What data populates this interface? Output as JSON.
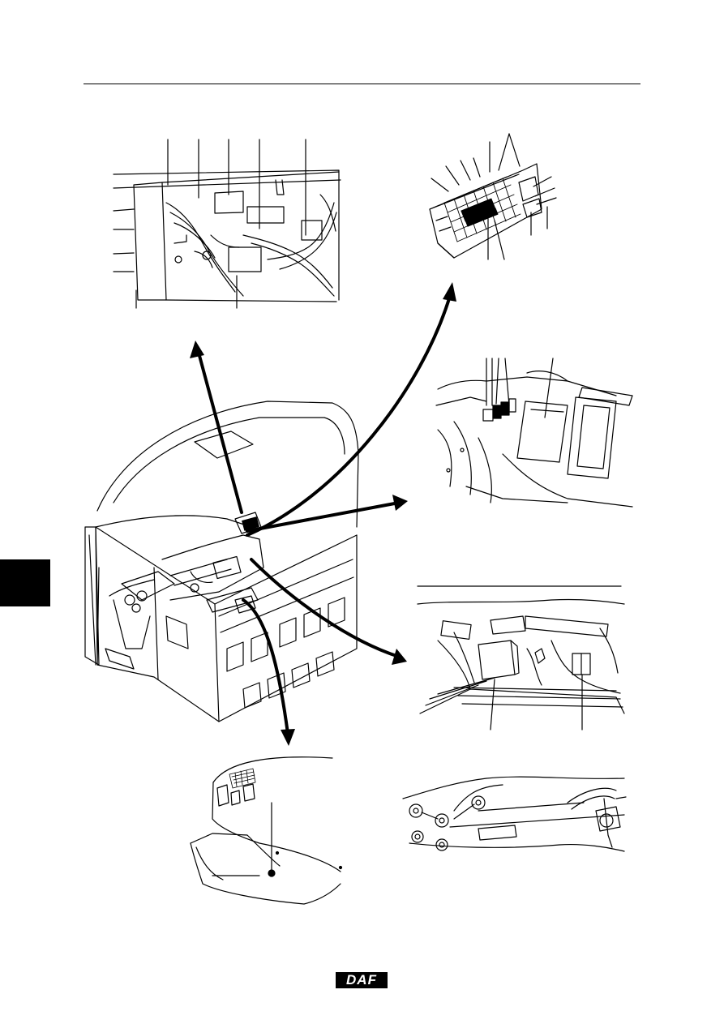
{
  "logo": {
    "text": "DAF",
    "color": "#000000"
  },
  "figure": {
    "inset_top_left": "dashboard-harness-detail",
    "inset_top_right": "fuse-relay-panel",
    "inset_mid_right": "central-box-detail",
    "inset_lower_right": "floor-unit-detail",
    "inset_bottom_left": "dashboard-connector-detail",
    "inset_bottom_right": "chassis-connector-detail",
    "cab": "cab-overview"
  }
}
